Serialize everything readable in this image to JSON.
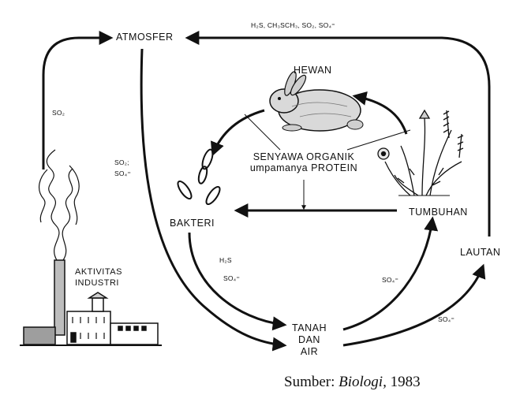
{
  "nodes": {
    "atmosfer": "ATMOSFER",
    "hewan": "HEWAN",
    "organic_line1": "SENYAWA ORGANIK",
    "organic_line2": "umpamanya PROTEIN",
    "bakteri": "BAKTERI",
    "tumbuhan": "TUMBUHAN",
    "lautan": "LAUTAN",
    "tanah_line1": "TANAH",
    "tanah_line2": "DAN",
    "tanah_line3": "AIR",
    "industri_line1": "AKTIVITAS",
    "industri_line2": "INDUSTRI"
  },
  "edge_labels": {
    "top_gases": "H₂S, CH₃SCH₃, SO₂, SO₄⁼",
    "industry_so2": "SO₂",
    "atmos_so2": "SO₂;",
    "atmos_so4": "SO₄⁼",
    "bakteri_h2s": "H₂S",
    "bakteri_so4": "SO₄⁼",
    "tanah_tumbuhan_so4": "SO₄⁼",
    "tanah_lautan_so4": "SO₄⁼"
  },
  "source": {
    "prefix": "Sumber: ",
    "title": "Biologi,",
    "year": " 1983"
  },
  "icons": {
    "rabbit": "rabbit-icon",
    "bacteria": "bacteria-icon",
    "plants": "plants-icon",
    "factory": "factory-icon",
    "smoke": "smoke-icon"
  }
}
